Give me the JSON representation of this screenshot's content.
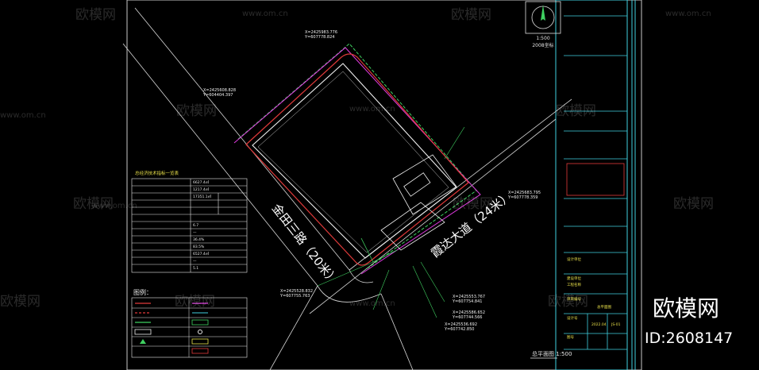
{
  "watermark": {
    "brand": "欧模网",
    "url": "www.om.cn",
    "id_text": "ID:2608147"
  },
  "north": {
    "scale": "1:500",
    "label": "2008坐标"
  },
  "roads": {
    "road_a": "金田三路（20米）",
    "road_b": "霞达大道（24米）"
  },
  "coords": [
    {
      "x": "X=2425983.776",
      "y": "Y=607778.824"
    },
    {
      "x": "X=2425608.828",
      "y": "Y=604404.397"
    },
    {
      "x": "X=2425683.795",
      "y": "Y=607778.359"
    },
    {
      "x": "X=2425528.832",
      "y": "Y=607755.763"
    },
    {
      "x": "X=2425553.767",
      "y": "Y=607754.841"
    },
    {
      "x": "X=2425586.652",
      "y": "Y=607744.566"
    },
    {
      "x": "X=2425536.692",
      "y": "Y=607742.850"
    }
  ],
  "table": {
    "title": "总经济技术指标一览表",
    "rows": [
      "6627.4㎡",
      "1217.4㎡",
      "17351.1㎡",
      "6.7",
      "—",
      "36.4%",
      "83.5%",
      "6527.4㎡",
      "—",
      "5.1"
    ]
  },
  "legend": {
    "title": "图例："
  },
  "plan_title": "总平面图 1:500",
  "title_block": {
    "fields": [
      "设计单位",
      "建设单位",
      "工程名称",
      "项目编号",
      "设计号",
      "图号",
      "总平面图"
    ],
    "values": [
      "总平面图",
      "2022.04",
      "JS-01"
    ]
  }
}
